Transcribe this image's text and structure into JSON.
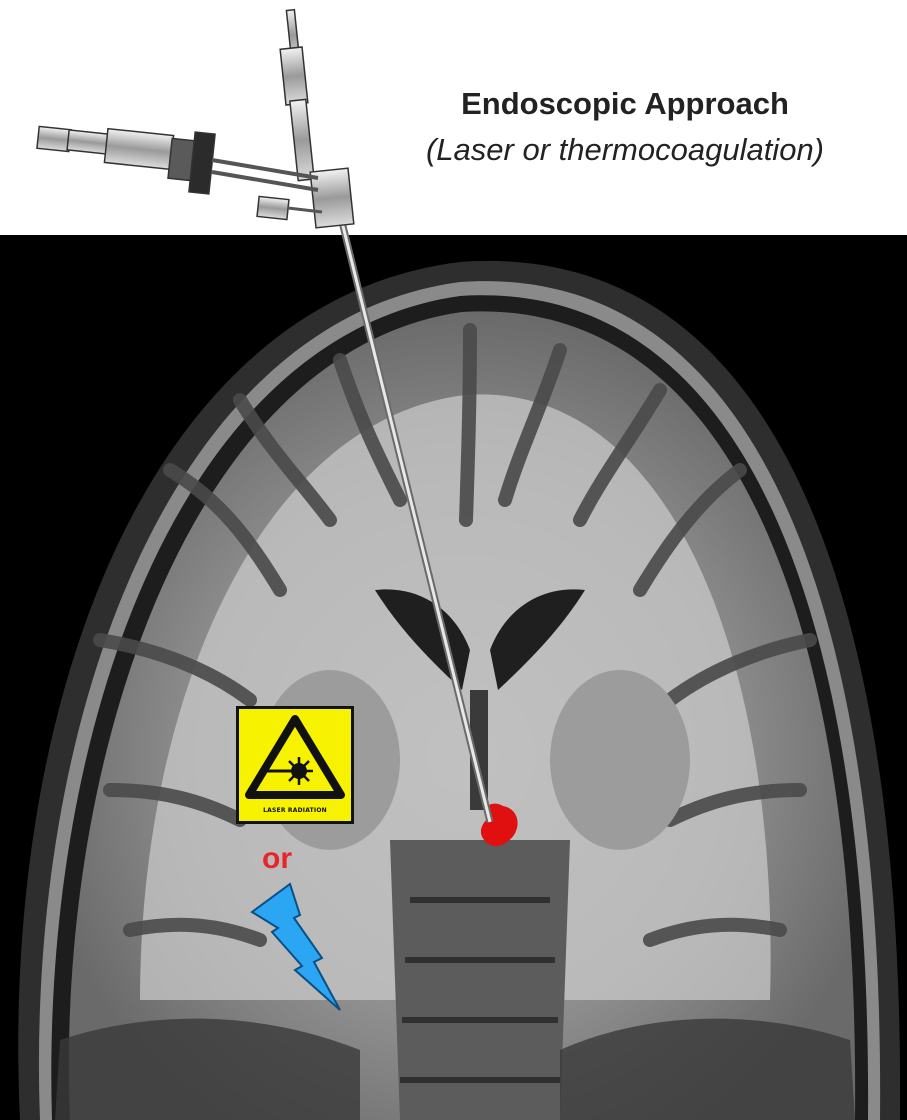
{
  "title": "Endoscopic Approach",
  "subtitle": "(Laser or thermocoagulation)",
  "laser_sign": {
    "caption": "LASER RADIATION",
    "color": "#f6f200",
    "icon": "laser-warning-icon"
  },
  "or_label": "or",
  "lightning_icon": {
    "name": "lightning-bolt-icon",
    "color": "#2aa6f2"
  },
  "target_color": "#e01010",
  "colors": {
    "title_text": "#222222",
    "or_text": "#e8262a",
    "scan_background": "#000000"
  }
}
